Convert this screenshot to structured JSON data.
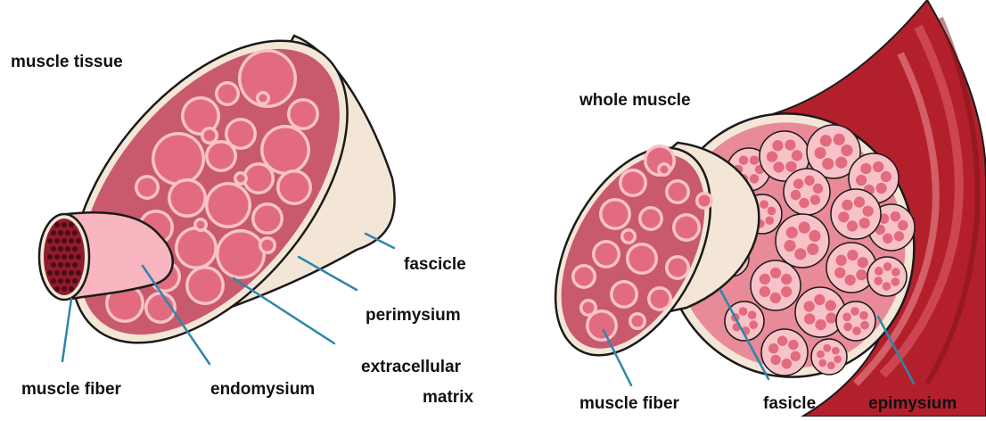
{
  "left_panel": {
    "title": "muscle tissue",
    "labels": {
      "fascicle": "fascicle",
      "perimysium": "perimysium",
      "ecm_line1": "extracellular",
      "ecm_line2": "matrix",
      "muscle_fiber": "muscle fiber",
      "endomysium": "endomysium"
    }
  },
  "right_panel": {
    "title": "whole muscle",
    "labels": {
      "muscle_fiber": "muscle fiber",
      "fasicle": "fasicle",
      "epimysium": "epimysium"
    }
  },
  "colors": {
    "fiber_fill": "#e36b7f",
    "fiber_ring": "#f7c3c8",
    "fascicle_body": "#c95a6e",
    "sheath": "#f3e6d7",
    "outline": "#1a1a1a",
    "leader": "#2e86ab",
    "muscle_red": "#b3202c",
    "muscle_pink": "#f2b6bd"
  }
}
